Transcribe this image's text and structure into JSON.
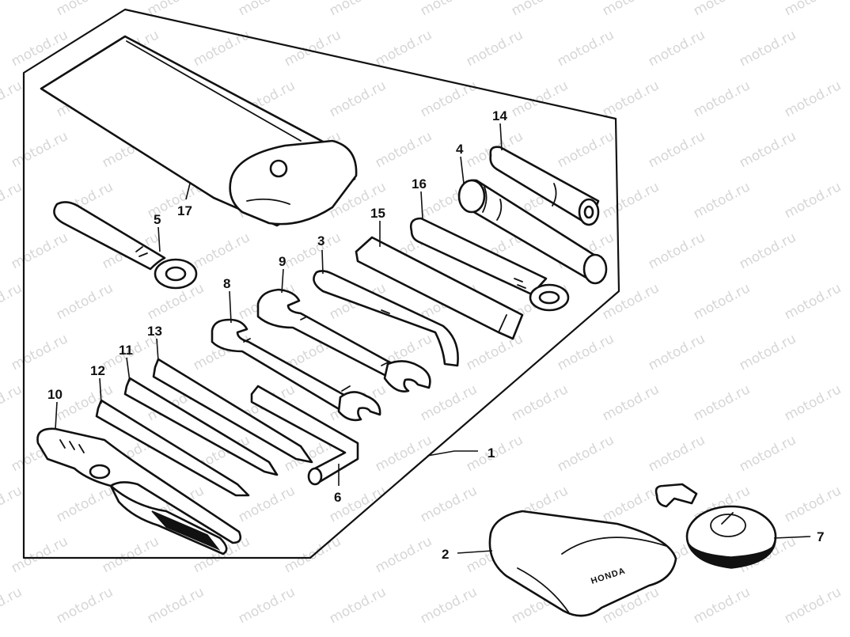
{
  "watermark": "motod.ru",
  "brand_label": "HONDA",
  "callouts": {
    "c1": "1",
    "c2": "2",
    "c3": "3",
    "c4": "4",
    "c5": "5",
    "c6": "6",
    "c7": "7",
    "c8": "8",
    "c9": "9",
    "c10": "10",
    "c11": "11",
    "c12": "12",
    "c13": "13",
    "c14": "14",
    "c15": "15",
    "c16": "16",
    "c17": "17"
  }
}
